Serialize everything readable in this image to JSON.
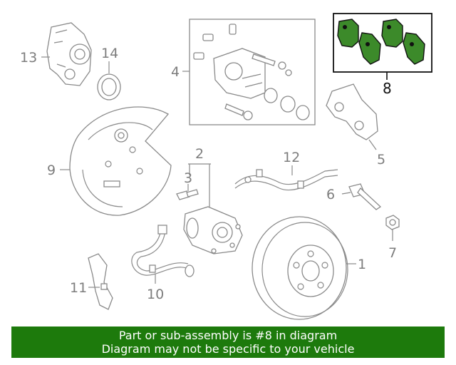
{
  "callouts": {
    "c1": "1",
    "c2": "2",
    "c3": "3",
    "c4": "4",
    "c5": "5",
    "c6": "6",
    "c7": "7",
    "c8": "8",
    "c9": "9",
    "c10": "10",
    "c11": "11",
    "c12": "12",
    "c13": "13",
    "c14": "14"
  },
  "highlight": {
    "part_number": "8",
    "color": "#1d7a0c",
    "pad_color": "#3c8a2a"
  },
  "banner": {
    "line1": "Part or sub-assembly is #8 in diagram",
    "line2": "Diagram may not be specific to your vehicle",
    "background": "#1d7a0c"
  }
}
